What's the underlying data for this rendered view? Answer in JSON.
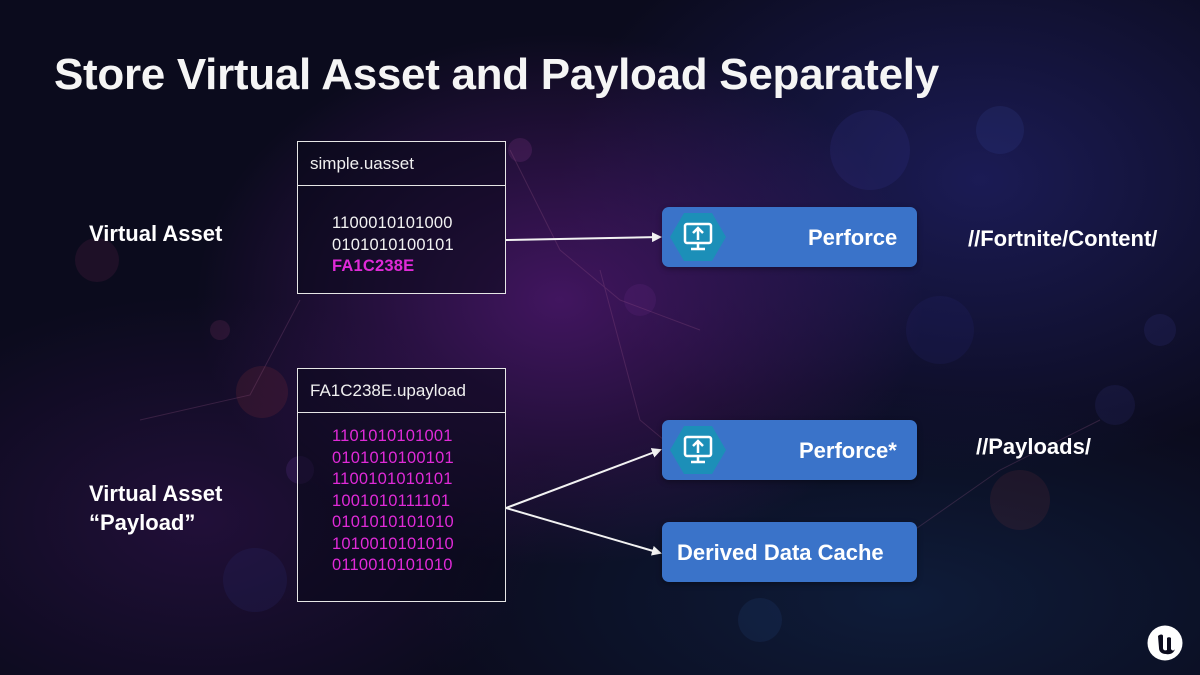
{
  "slide": {
    "title": "Store Virtual Asset and Payload Separately"
  },
  "rows": {
    "virtual_asset": {
      "label": "Virtual Asset"
    },
    "payload": {
      "label_line1": "Virtual Asset",
      "label_line2": "“Payload”"
    }
  },
  "asset_file": {
    "name": "simple.uasset",
    "lines": [
      "1100010101000",
      "0101010100101"
    ],
    "hash": "FA1C238E"
  },
  "payload_file": {
    "name": "FA1C238E.upayload",
    "lines": [
      "1101010101001",
      "0101010100101",
      "1100101010101",
      "1001010111101",
      "0101010101010",
      "1010010101010",
      "0110010101010"
    ]
  },
  "destinations": {
    "perforce": {
      "label": "Perforce",
      "icon": "perforce-icon"
    },
    "perforce_star": {
      "label": "Perforce*",
      "icon": "perforce-icon"
    },
    "ddc": {
      "label": "Derived Data Cache"
    }
  },
  "paths": {
    "content": "//Fortnite/Content/",
    "payloads": "//Payloads/"
  },
  "colors": {
    "box_blue": "#3a73c9",
    "binary_magenta": "#e02ad8",
    "icon_teal": "#1c8fb8"
  },
  "logo": {
    "icon": "unreal-engine-logo"
  }
}
